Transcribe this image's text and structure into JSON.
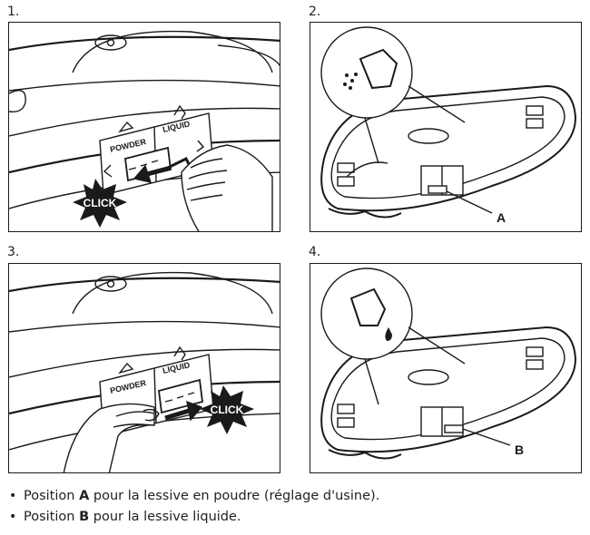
{
  "steps": [
    {
      "number": "1.",
      "button_label": "CLICK",
      "label_powder": "POWDER",
      "label_liquid": "LIQUID"
    },
    {
      "number": "2.",
      "callout_letter": "A"
    },
    {
      "number": "3.",
      "button_label": "CLICK",
      "label_powder": "POWDER",
      "label_liquid": "LIQUID"
    },
    {
      "number": "4.",
      "callout_letter": "B"
    }
  ],
  "bullets": [
    {
      "prefix": "Position ",
      "letter": "A",
      "suffix": " pour la lessive en poudre (réglage d'usine)."
    },
    {
      "prefix": "Position ",
      "letter": "B",
      "suffix": " pour la lessive liquide."
    }
  ]
}
